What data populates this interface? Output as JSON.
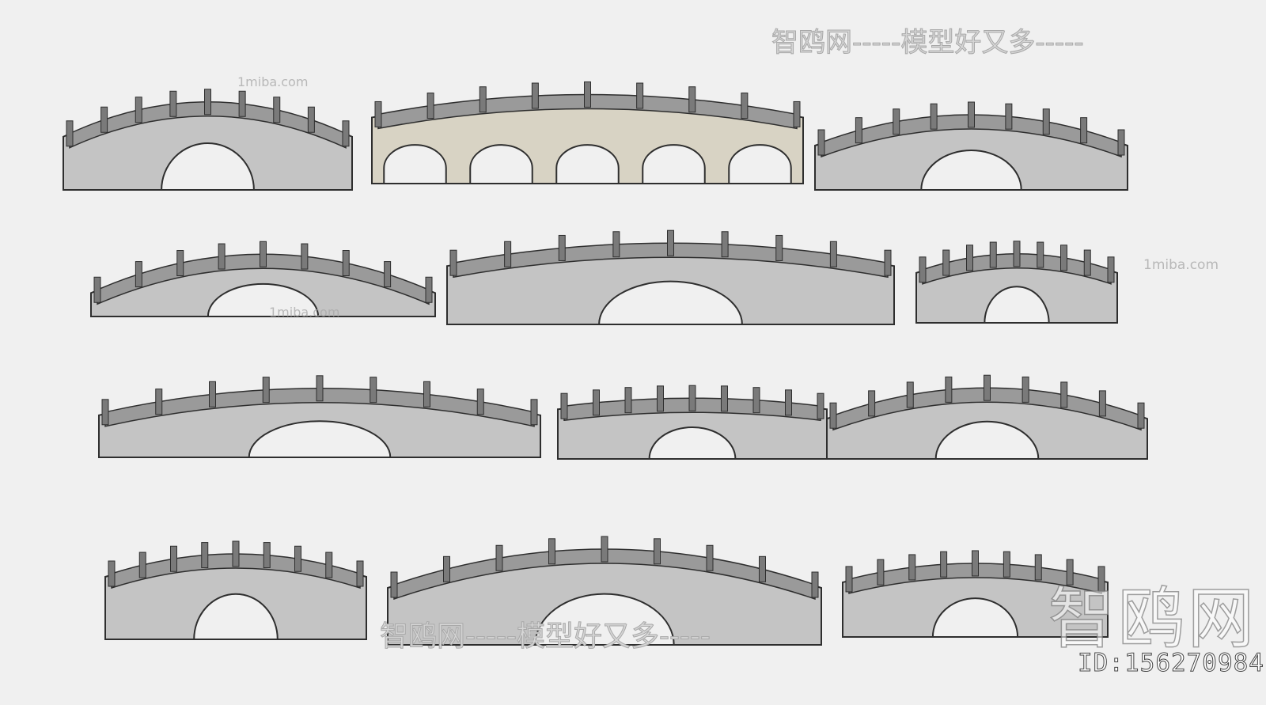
{
  "image": {
    "colors": {
      "background": "#f0f0f0",
      "stone": "#c4c4c4",
      "outline": "#2e2e2e",
      "arch_opening": "#f0f0f0",
      "brick": "#d8d3c4"
    }
  },
  "watermarks": {
    "top_banner": "智鸥网-----模型好又多-----",
    "bottom_banner": "智鸥网-----模型好又多-----",
    "site_1": "1miba.com",
    "site_2": "1miba.com",
    "site_3": "1miba.com",
    "logo": "智鸥网",
    "model_id": "ID:156270984"
  }
}
